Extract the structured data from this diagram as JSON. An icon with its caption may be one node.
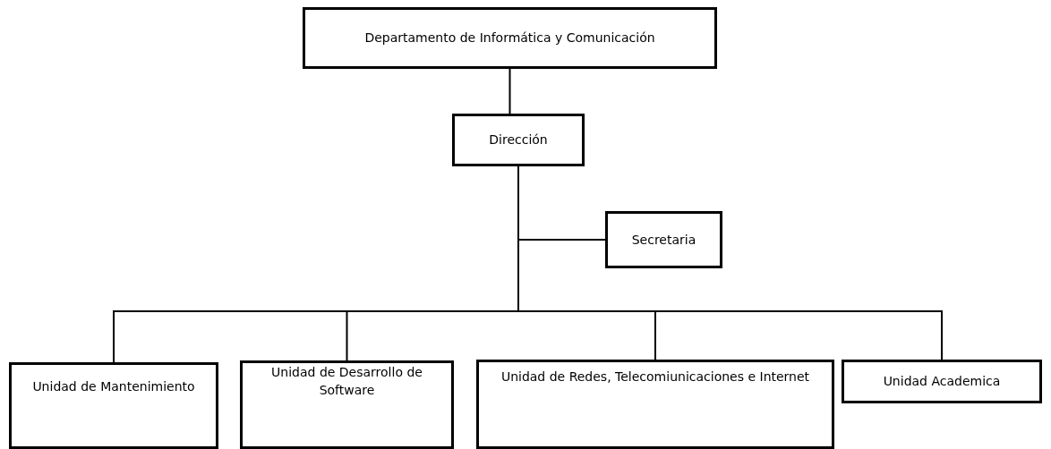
{
  "diagram": {
    "nodes": [
      {
        "text": [
          "Departamento de Informática y Comunicación"
        ]
      },
      {
        "text": [
          "Dirección"
        ]
      },
      {
        "text": [
          "Secretaria"
        ]
      },
      {
        "text": [
          "Unidad de Mantenimiento"
        ]
      },
      {
        "text": [
          "Unidad de Desarrollo de Software"
        ]
      },
      {
        "text": [
          "Unidad de Redes, Telecomiunicaciones e Internet"
        ]
      },
      {
        "text": [
          "Unidad Academica"
        ]
      }
    ],
    "edges": [
      {
        "from": 0,
        "to": 1,
        "arrow": "none"
      },
      {
        "from": 1,
        "to": 2,
        "arrow": "none"
      },
      {
        "from": 1,
        "to": 3,
        "arrow": "none"
      },
      {
        "from": 1,
        "to": 4,
        "arrow": "none"
      },
      {
        "from": 1,
        "to": 5,
        "arrow": "none"
      },
      {
        "from": 1,
        "to": 6,
        "arrow": "none"
      }
    ]
  }
}
